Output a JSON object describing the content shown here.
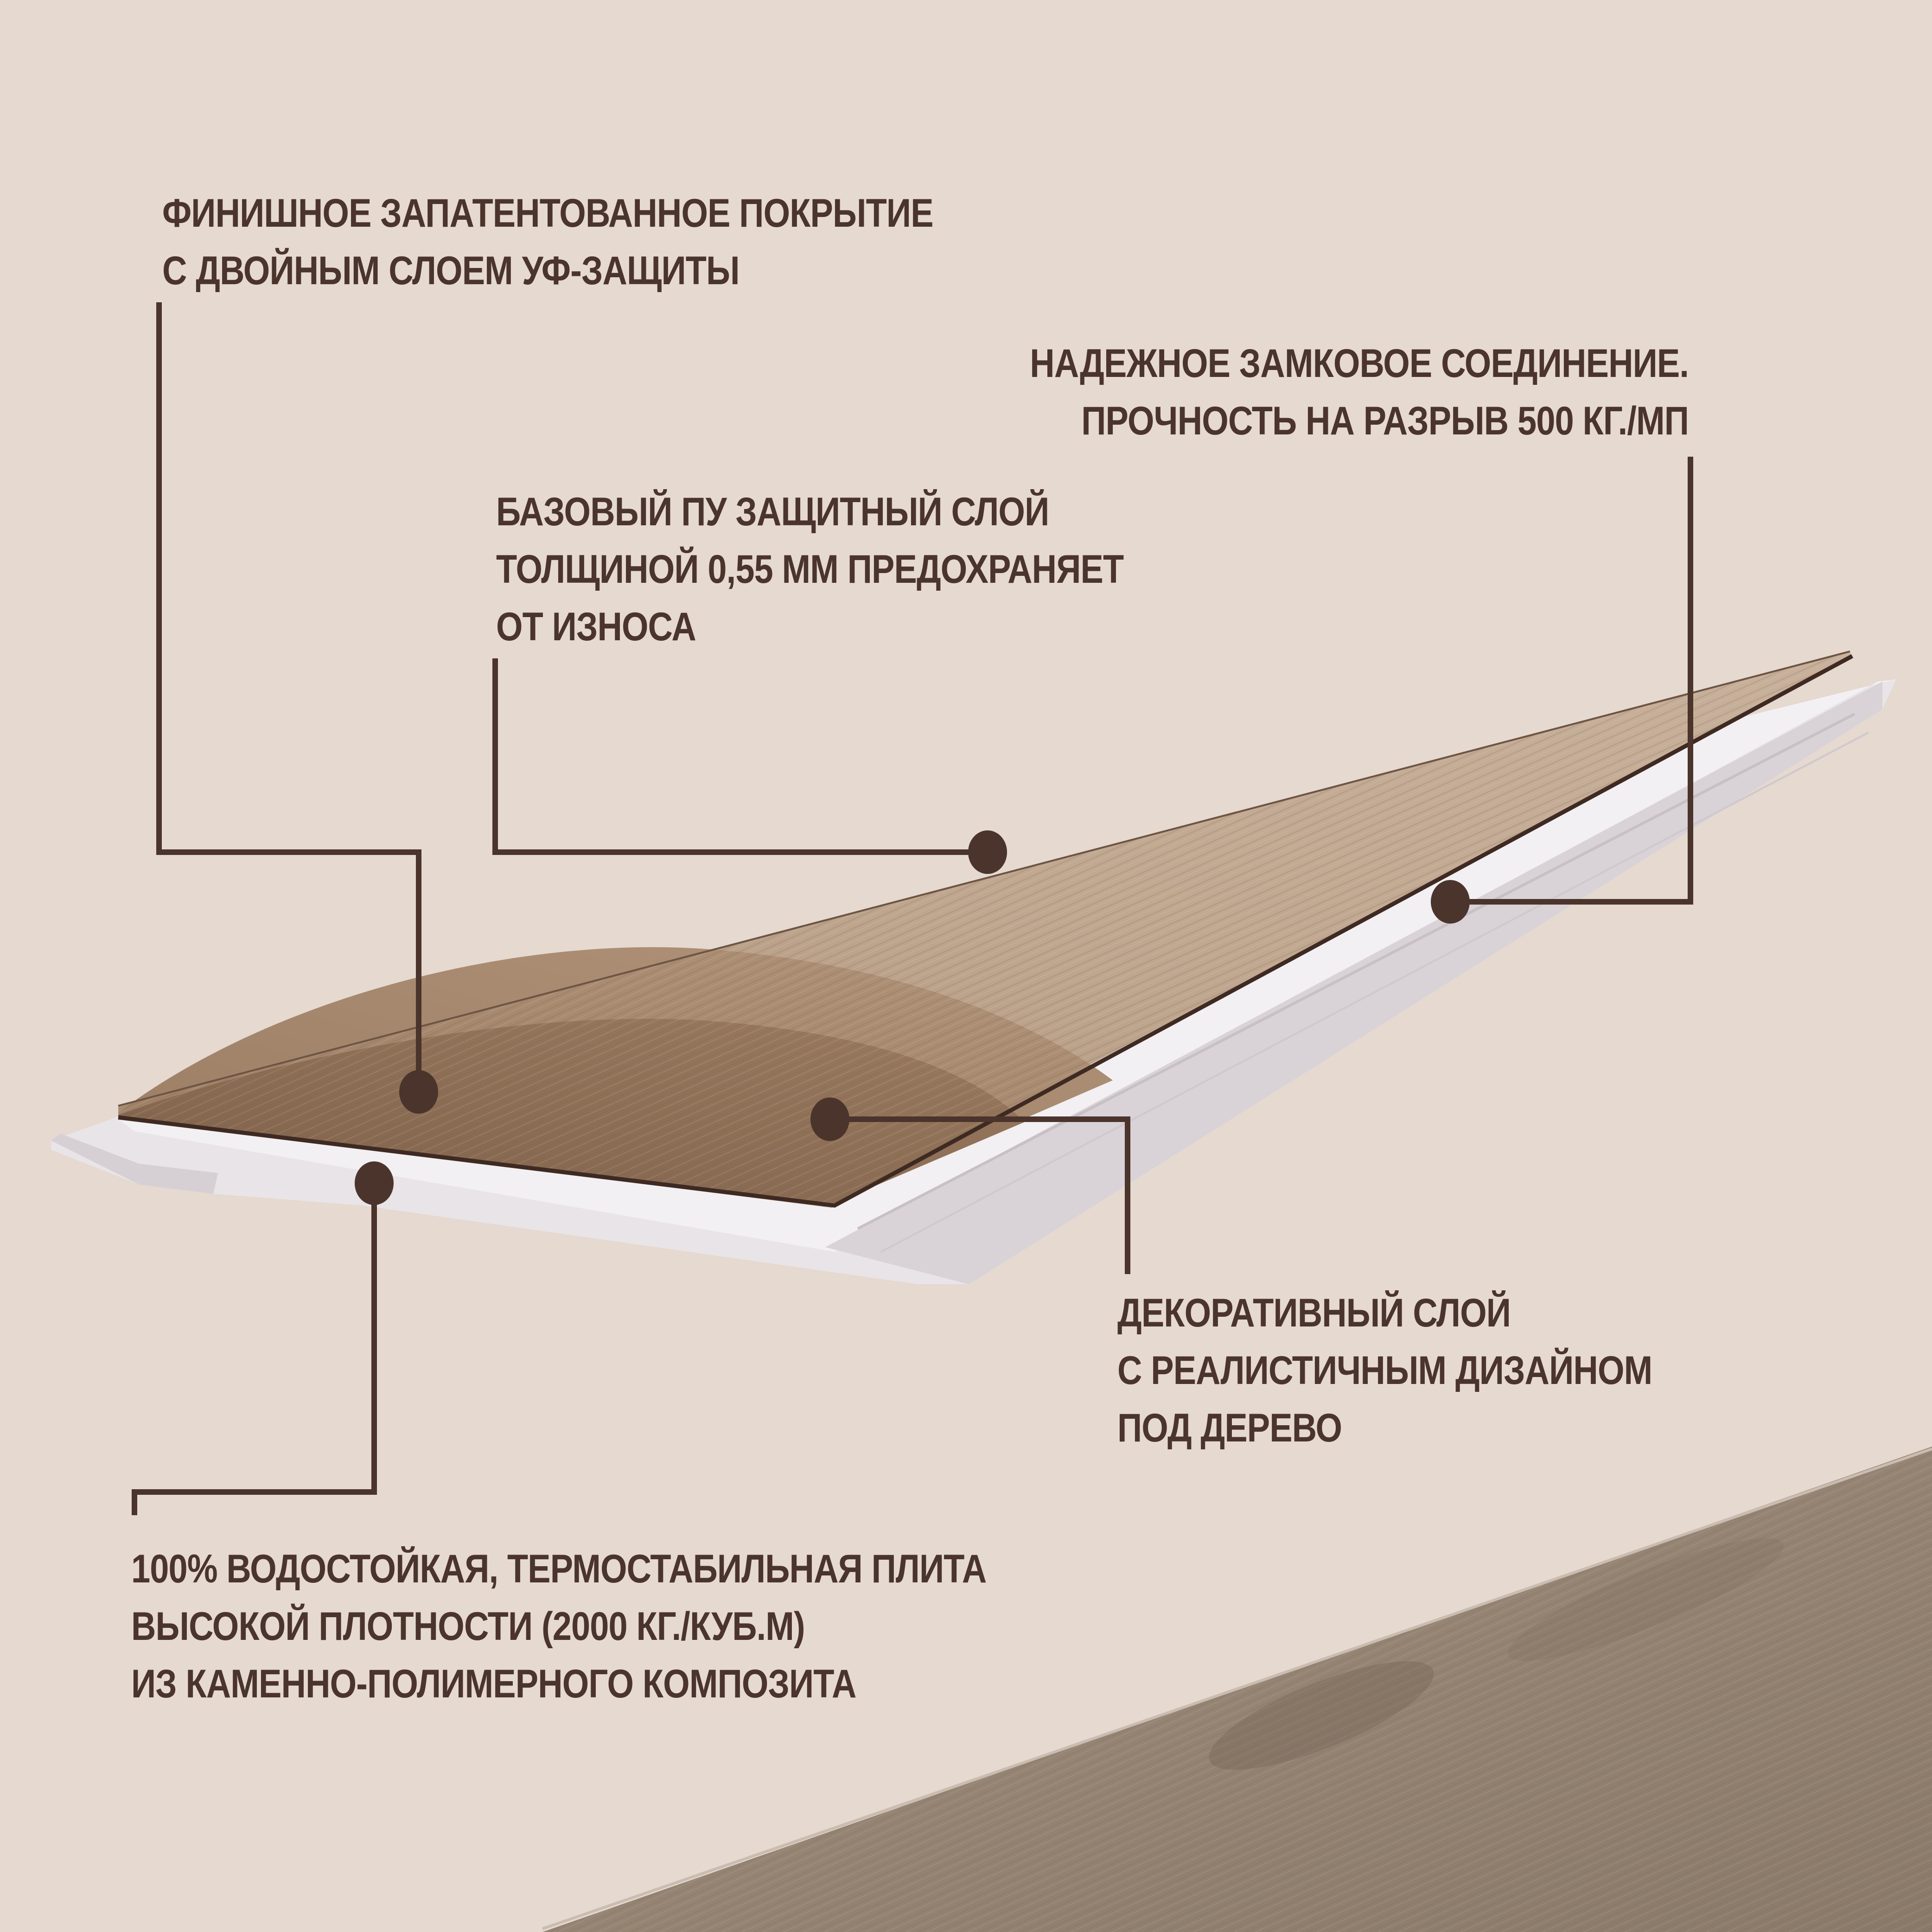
{
  "theme": {
    "background": "#e5d9d0",
    "ink": "#4a342c",
    "wood_light": "#b49a84",
    "wood_dark": "#8a6a52",
    "core_white": "#e9e6e8",
    "floor_wood": "#9c8c7c"
  },
  "callouts": [
    {
      "id": "finish-coating",
      "lines": [
        "Финишное запатентованное покрытие",
        "с двойным слоем УФ-защиты"
      ]
    },
    {
      "id": "lock-joint",
      "lines": [
        "Надежное замковое соединение.",
        "Прочность на разрыв 500 кг./мп"
      ]
    },
    {
      "id": "pu-layer",
      "lines": [
        "Базовый ПУ защитный слой",
        "толщиной 0,55 мм предохраняет",
        "от износа"
      ]
    },
    {
      "id": "decor-layer",
      "lines": [
        "Декоративный слой",
        "с реалистичным дизайном",
        "под дерево"
      ]
    },
    {
      "id": "spc-core",
      "lines": [
        "100% водостойкая, термостабильная плита",
        "высокой плотности (2000 кг./куб.м)",
        "из  каменно-полимерного композита"
      ]
    }
  ]
}
